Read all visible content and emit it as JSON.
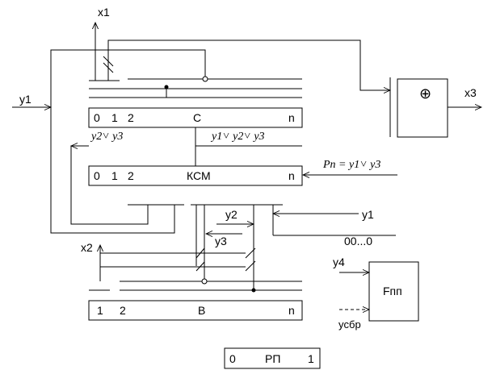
{
  "registers": {
    "c": {
      "bits": [
        "0",
        "1",
        "2"
      ],
      "name": "C",
      "last": "n"
    },
    "ksm": {
      "bits": [
        "0",
        "1",
        "2"
      ],
      "name": "КСМ",
      "last": "n"
    },
    "b": {
      "bits": [
        "1",
        "2"
      ],
      "name": "В",
      "last": "n"
    },
    "rp": {
      "first": "0",
      "name": "РП",
      "last": "1"
    }
  },
  "signals": {
    "x1": "x1",
    "x2": "x2",
    "x3": "x3",
    "y1_left": "y1",
    "y1_right": "y1",
    "y2": "y2",
    "y3": "y3",
    "y4": "y4",
    "y_c_out": "y2˅ y3",
    "y_c_in": "y1˅ y2˅ y3",
    "pn_formula": "Pn = y1˅ y3",
    "zeros": "00...0",
    "ysbr": "yсбр"
  },
  "blocks": {
    "adder_symbol": "⊕",
    "trigger_label": "Fпп"
  }
}
